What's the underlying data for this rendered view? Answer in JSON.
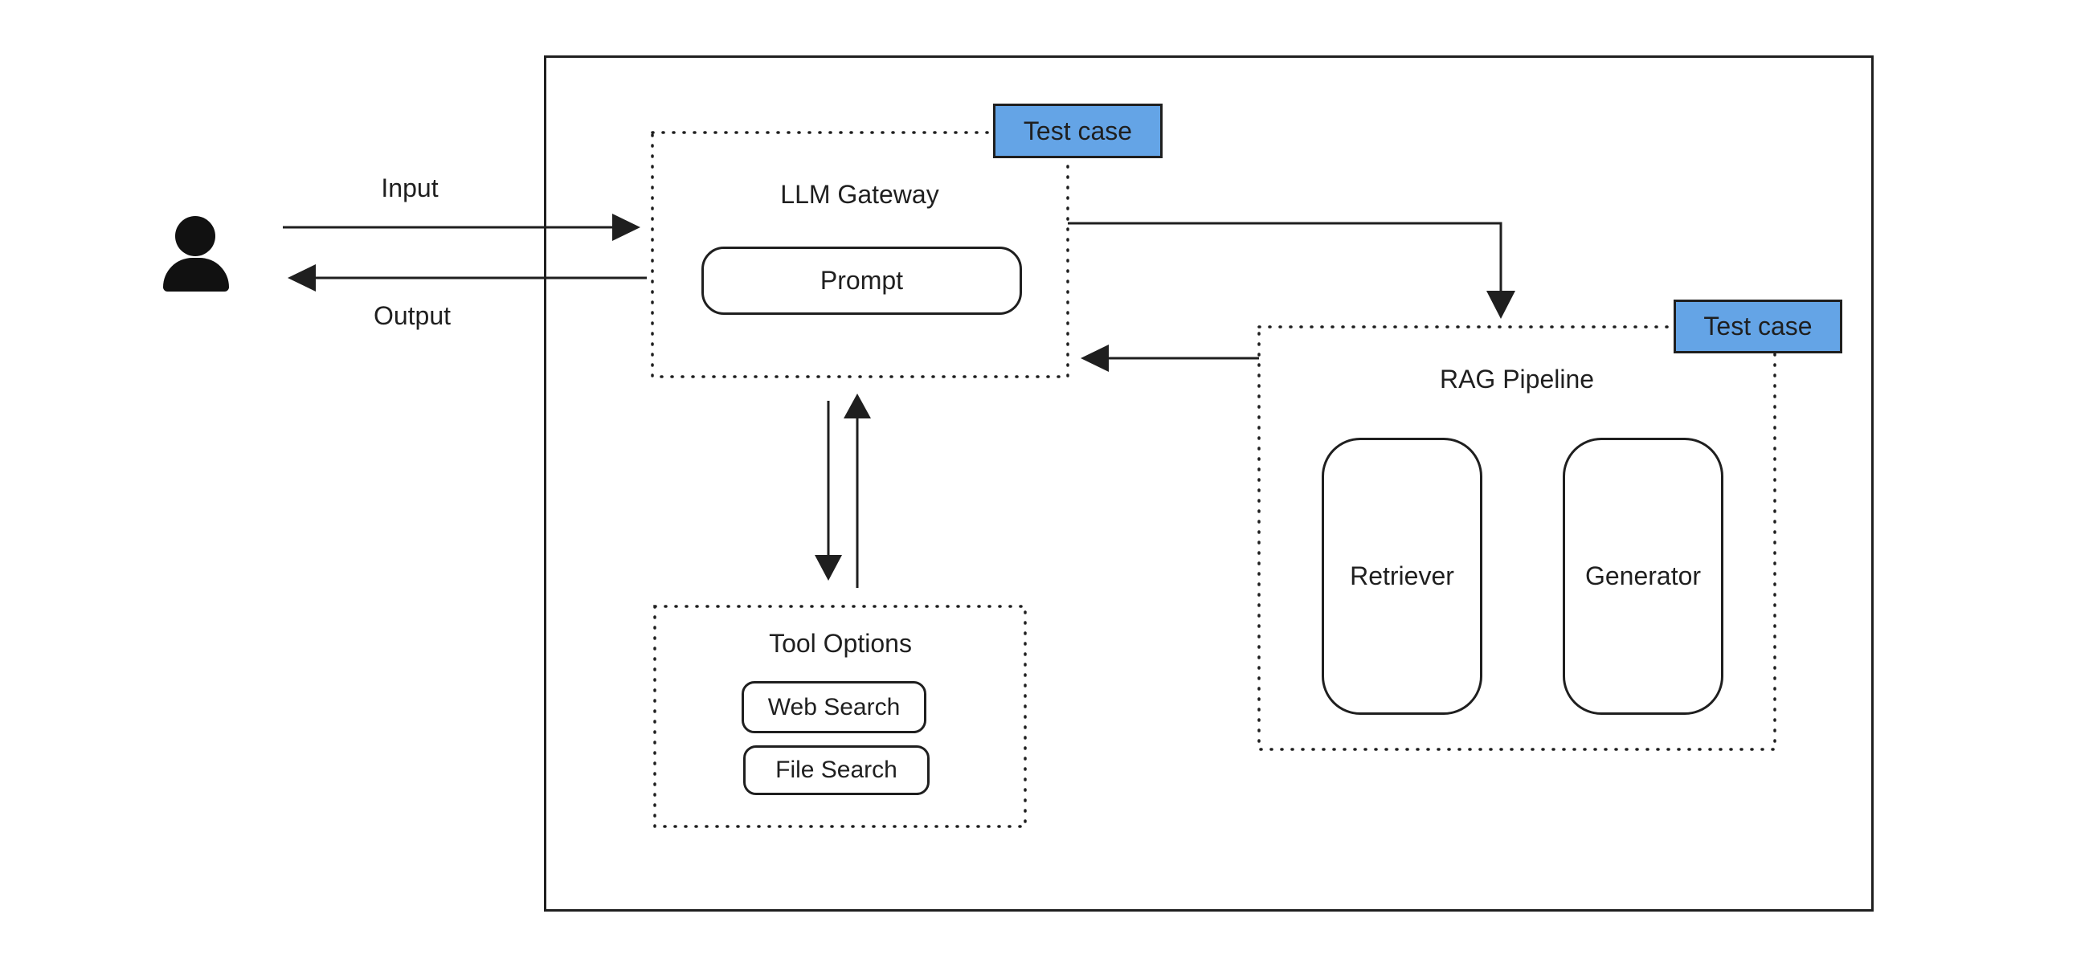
{
  "diagram": {
    "user": {
      "icon": "person-icon"
    },
    "flow_labels": {
      "input": "Input",
      "output": "Output"
    },
    "llm_gateway": {
      "title": "LLM Gateway",
      "prompt": "Prompt",
      "badge": "Test case"
    },
    "rag_pipeline": {
      "title": "RAG Pipeline",
      "retriever": "Retriever",
      "generator": "Generator",
      "badge": "Test case"
    },
    "tool_options": {
      "title": "Tool Options",
      "tools": [
        "Web Search",
        "File Search"
      ]
    },
    "colors": {
      "badge_fill": "#64a4e6",
      "badge_border": "#1f1f1f",
      "line": "#1f1f1f",
      "background": "#ffffff"
    }
  }
}
